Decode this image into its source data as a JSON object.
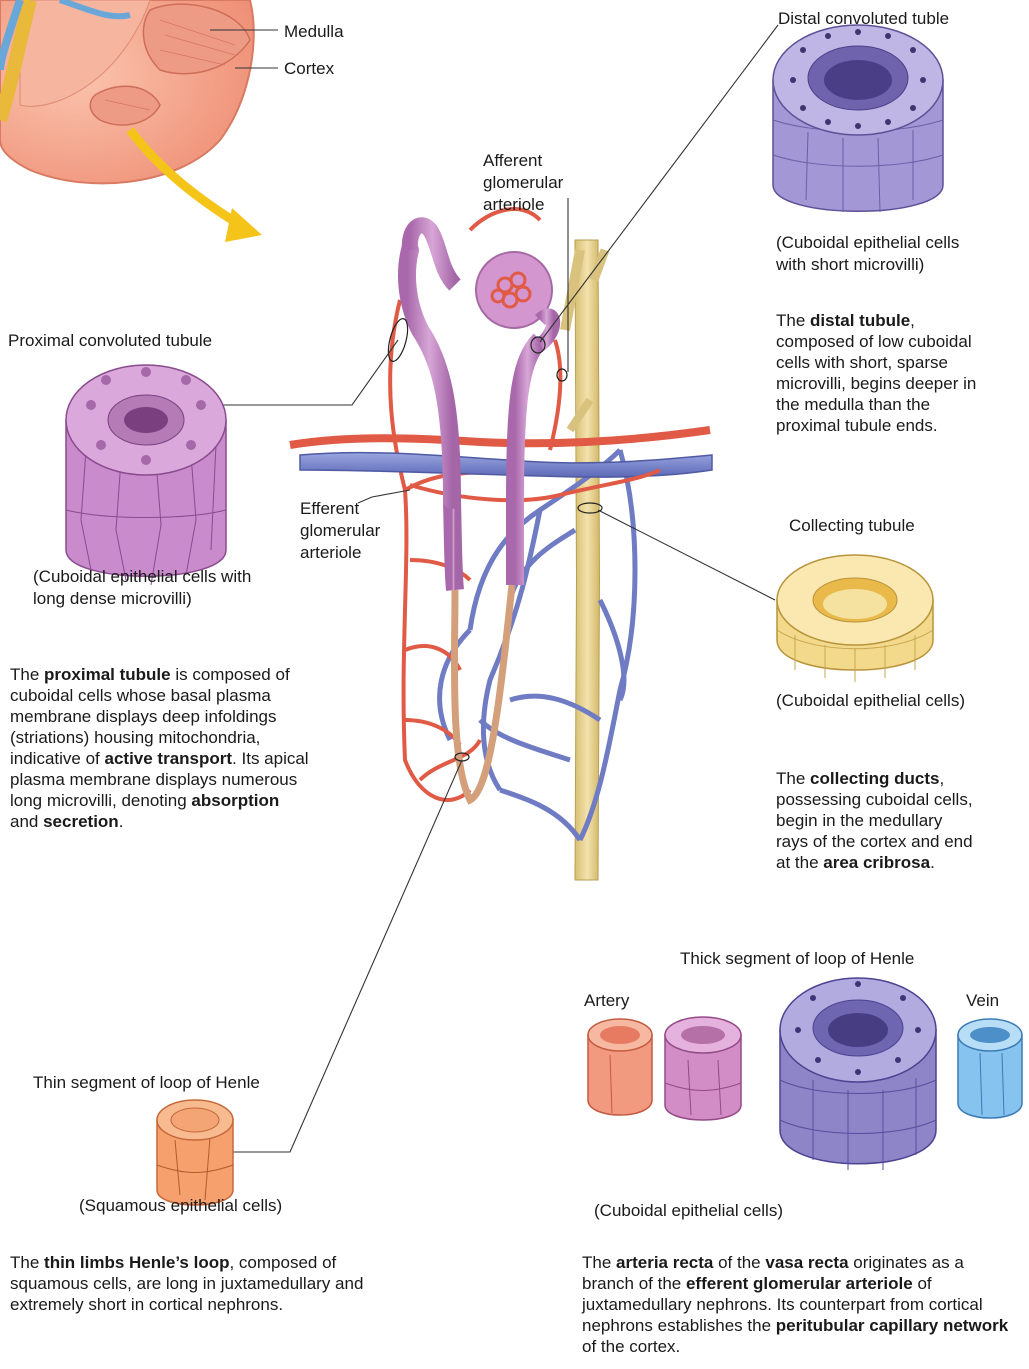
{
  "labels": {
    "medulla": "Medulla",
    "cortex": "Cortex",
    "afferent": [
      "Afferent",
      "glomerular",
      "arteriole"
    ],
    "efferent": [
      "Efferent",
      "glomerular",
      "arteriole"
    ],
    "distal_title": "Distal convoluted tuble",
    "distal_caption": [
      "(Cuboidal epithelial cells",
      "with short microvilli)"
    ],
    "proximal_title": "Proximal convoluted tubule",
    "proximal_caption": [
      "(Cuboidal epithelial cells with",
      "long dense microvilli)"
    ],
    "collecting_title": "Collecting tubule",
    "collecting_caption": "(Cuboidal epithelial cells)",
    "thick_title": "Thick segment of loop of Henle",
    "artery": "Artery",
    "vein": "Vein",
    "thick_caption": "(Cuboidal epithelial cells)",
    "thin_title": "Thin segment of loop of Henle",
    "thin_caption": "(Squamous epithelial cells)"
  },
  "paragraphs": {
    "distal": [
      {
        "t": "The ",
        "b": false
      },
      {
        "t": "distal tubule",
        "b": true
      },
      {
        "t": ", composed of low cuboidal cells with short, sparse microvilli, begins deeper in the medulla than the proximal tubule ends.",
        "b": false
      }
    ],
    "proximal": [
      {
        "t": "The ",
        "b": false
      },
      {
        "t": "proximal tubule",
        "b": true
      },
      {
        "t": " is composed of cuboidal cells whose basal plasma membrane displays deep infoldings (striations) housing mitochondria, indicative of ",
        "b": false
      },
      {
        "t": "active transport",
        "b": true
      },
      {
        "t": ". Its apical plasma membrane displays numerous long microvilli, denoting ",
        "b": false
      },
      {
        "t": "absorption",
        "b": true
      },
      {
        "t": " and ",
        "b": false
      },
      {
        "t": "secretion",
        "b": true
      },
      {
        "t": ".",
        "b": false
      }
    ],
    "collecting": [
      {
        "t": "The ",
        "b": false
      },
      {
        "t": "collecting ducts",
        "b": true
      },
      {
        "t": ", possessing cuboidal cells, begin in the medullary rays of the cortex and end at the ",
        "b": false
      },
      {
        "t": "area cribrosa",
        "b": true
      },
      {
        "t": ".",
        "b": false
      }
    ],
    "thin": [
      {
        "t": "The ",
        "b": false
      },
      {
        "t": "thin limbs Henle’s loop",
        "b": true
      },
      {
        "t": ", composed of squamous cells, are long in juxtamedullary and extremely short in cortical nephrons.",
        "b": false
      }
    ],
    "arteria": [
      {
        "t": "The ",
        "b": false
      },
      {
        "t": "arteria recta",
        "b": true
      },
      {
        "t": " of the ",
        "b": false
      },
      {
        "t": "vasa recta",
        "b": true
      },
      {
        "t": " originates as a branch of the ",
        "b": false
      },
      {
        "t": "efferent glomerular arteriole",
        "b": true
      },
      {
        "t": " of juxtamedullary nephrons. Its counterpart from cortical nephrons establishes the ",
        "b": false
      },
      {
        "t": "peritubular capillary network",
        "b": true
      },
      {
        "t": " of the cortex.",
        "b": false
      }
    ]
  },
  "colors": {
    "kidney": "#f3a48c",
    "artery": "#e2604a",
    "vein": "#7a86cc",
    "tubule": "#c184c0",
    "collecting_duct": "#ead59a",
    "thin_limb": "#d8a27f",
    "distal_cells": "#a79ad8",
    "proximal_cells": "#cc8fcf",
    "collecting_cells": "#f5dc8e",
    "thin_cells": "#f4a070",
    "vein_cells": "#8ec5ee"
  }
}
